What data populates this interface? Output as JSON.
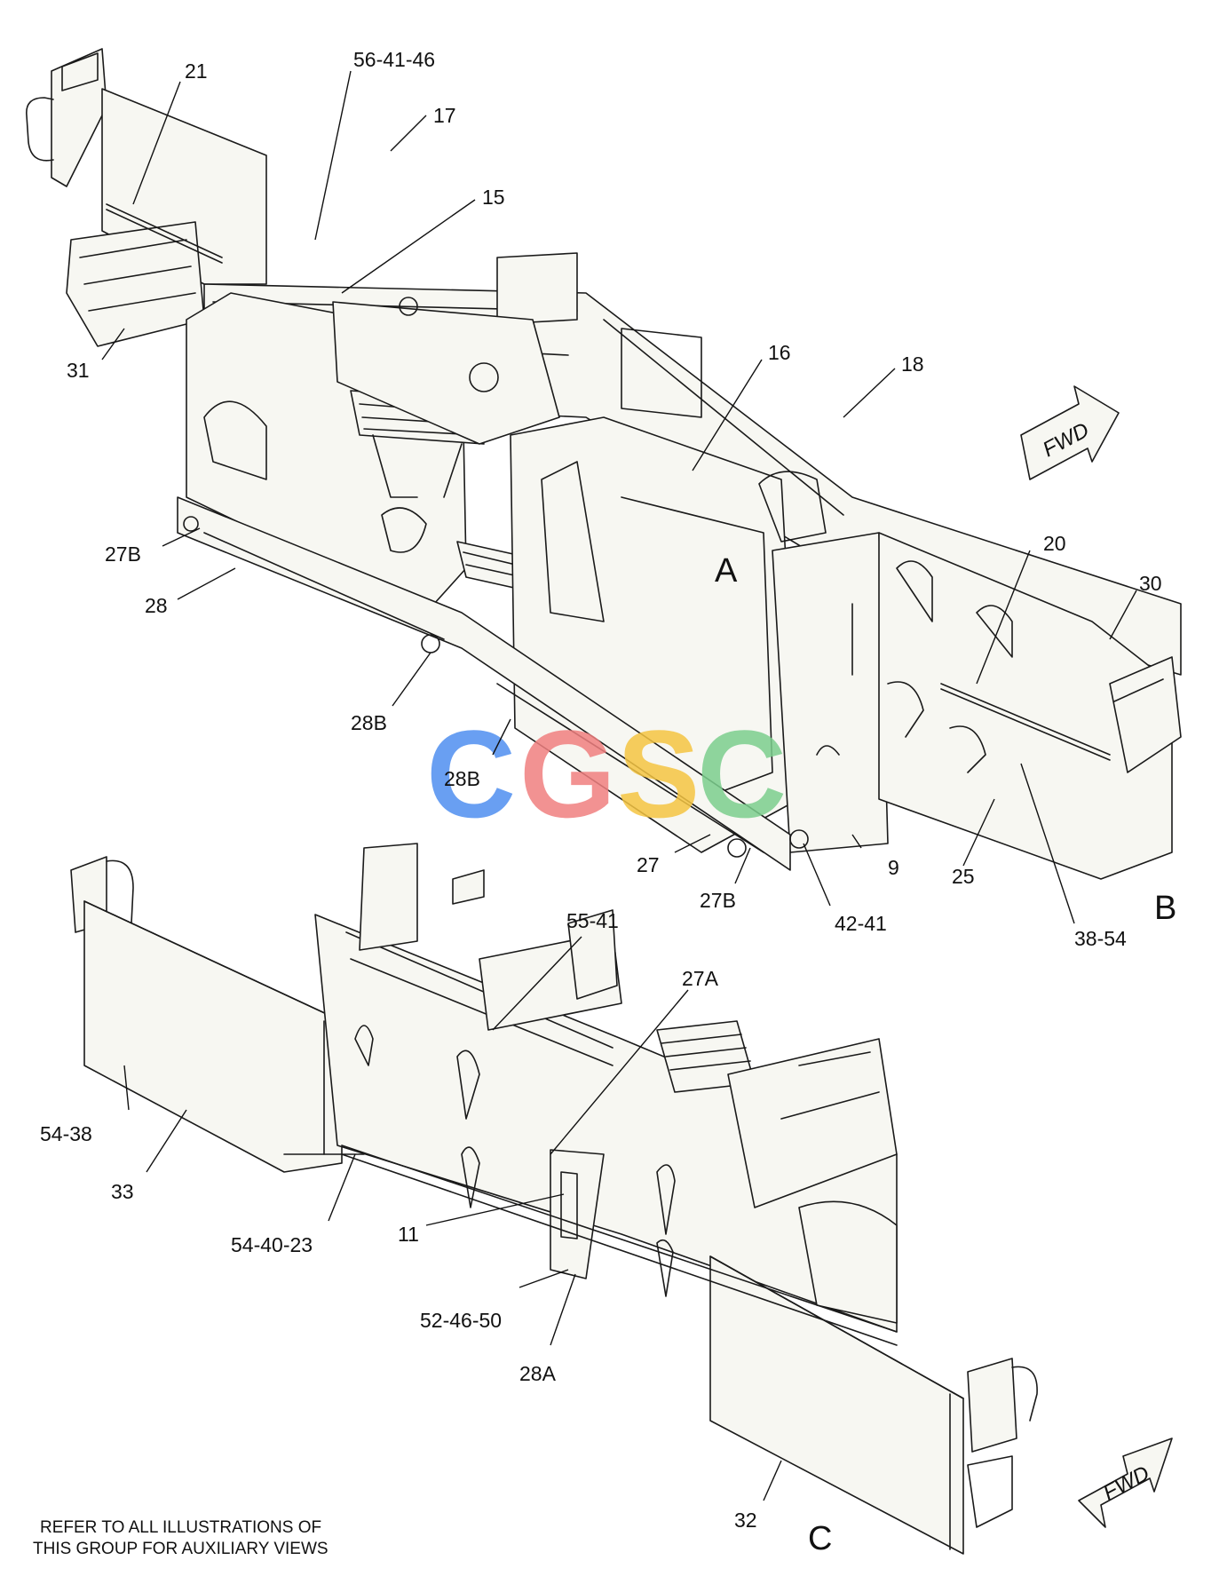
{
  "diagram": {
    "callouts_upper": [
      "21",
      "56-41-46",
      "17",
      "15",
      "31",
      "16",
      "18",
      "27B",
      "28",
      "28B",
      "28B",
      "27",
      "27B",
      "42-41",
      "9",
      "20",
      "30",
      "25",
      "38-54"
    ],
    "callouts_lower": [
      "55-41",
      "27A",
      "54-38",
      "33",
      "54-40-23",
      "11",
      "52-46-50",
      "28A",
      "32"
    ],
    "view_letters": [
      "A",
      "B",
      "C"
    ],
    "fwd_arrow_label": "FWD",
    "note_lines": [
      "REFER TO ALL ILLUSTRATIONS OF",
      "THIS GROUP FOR AUXILIARY VIEWS"
    ],
    "watermark": {
      "letters": [
        "C",
        "G",
        "S",
        "C"
      ],
      "colors": [
        "#4f8ff0",
        "#f08080",
        "#f5c542",
        "#7ccf8e"
      ]
    }
  }
}
